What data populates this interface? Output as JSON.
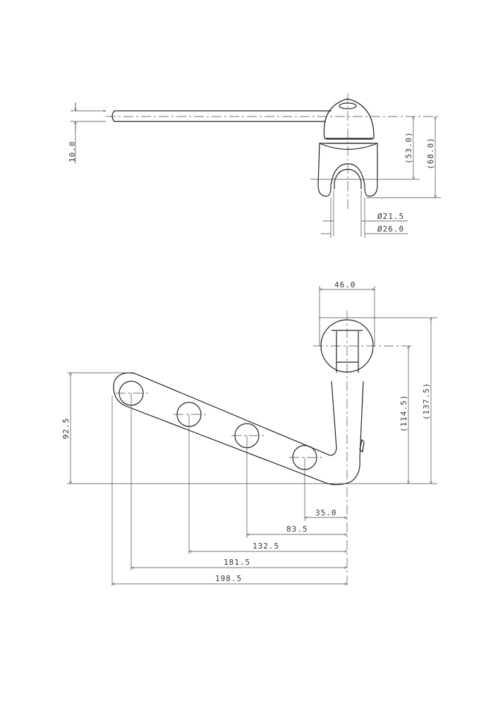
{
  "top_view": {
    "dim_rod_diameter": "10.0",
    "dim_height_53": "(53.0)",
    "dim_height_68": "(68.0)",
    "dim_inner_dia": "Ø21.5",
    "dim_outer_dia": "Ø26.0"
  },
  "front_view": {
    "dim_knob_width": "46.0",
    "dim_total_height": "(137.5)",
    "dim_knob_center_height": "(114.5)",
    "dim_arm_height": "92.5",
    "dim_hole1": "35.0",
    "dim_hole2": "83.5",
    "dim_hole3": "132.5",
    "dim_hole4": "181.5",
    "dim_total_length": "198.5"
  }
}
